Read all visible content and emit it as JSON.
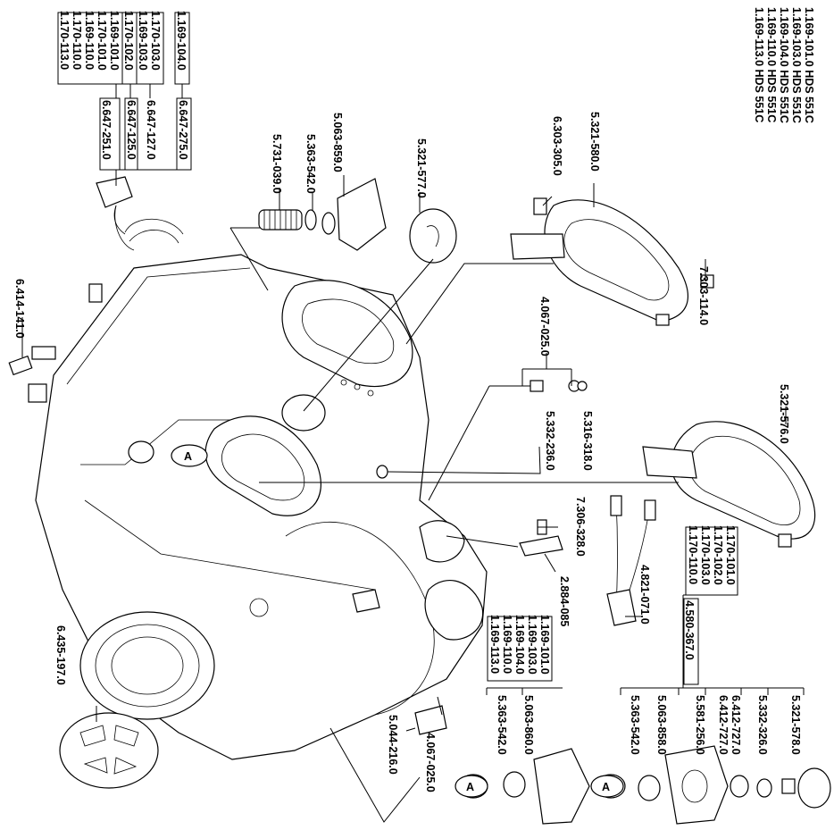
{
  "legend": [
    "1.169-101.0   HDS 551C",
    "1.169-103.0   HDS 551C",
    "1.169-104.0   HDS 551C",
    "1.169-110.0   HDS 551C",
    "1.169-113.0   HDS 551C"
  ],
  "top_group": {
    "models_a": [
      "1.169-104.0"
    ],
    "models_b": [
      "1.169-103.0",
      "1.170-103.0"
    ],
    "models_c": [
      "1.170-102.0"
    ],
    "models_d": [
      "1.169-101.0",
      "1.170-101.0",
      "1.169-110.0",
      "1.170-110.0",
      "1.170-113.0"
    ],
    "parts": [
      "6.647-275.0",
      "6.647-127.0",
      "6.647-125.0",
      "6.647-251.0"
    ]
  },
  "part_labels": {
    "p_5063859": "5.063-859.0",
    "p_5363542a": "5.363-542.0",
    "p_5731039": "5.731-039.0",
    "p_5321577": "5.321-577.0",
    "p_6303305": "6.303-305.0",
    "p_5321580": "5.321-580.0",
    "p_7303114": "7.303-114.0",
    "p_6414141": "6.414-141.0",
    "p_4067025a": "4.067-025.0",
    "p_5332236": "5.332-236.0",
    "p_5316318": "5.316-318.0",
    "p_5321576": "5.321-576.0",
    "p_7306328": "7.306-328.0",
    "p_2884085": "2.884-085",
    "p_4821071": "4.821-071.0",
    "p_6435197": "6.435-197.0",
    "p_5044216": "5.044-216.0",
    "p_4067025b": "4.067-025.0",
    "p_5363542b": "5.363-542.0",
    "p_5063860": "5.063-860.0",
    "p_5363542c": "5.363-542.0",
    "p_5063858": "5.063-858.0",
    "p_5581256": "5.581-256.0",
    "p_6412727a": "6.412-727.0",
    "p_6412727b": "6.412-727.0",
    "p_5332326": "5.332-326.0",
    "p_5321578": "5.321-578.0",
    "p_4580367": "4.580-367.0"
  },
  "mid_models": [
    "1.170-101.0",
    "1.170-102.0",
    "1.170-103.0",
    "1.170-110.0"
  ],
  "low_models": [
    "1.169-101.0",
    "1.169-103.0",
    "1.169-104.0",
    "1.169-110.0",
    "1.169-113.0"
  ],
  "ref_marker": "A"
}
